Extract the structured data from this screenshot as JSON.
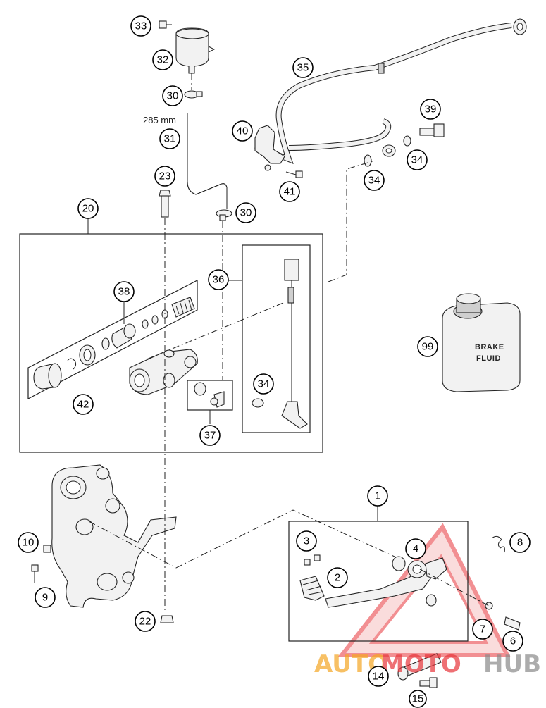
{
  "callouts": {
    "c1": "1",
    "c2": "2",
    "c3": "3",
    "c4": "4",
    "c6": "6",
    "c7": "7",
    "c8": "8",
    "c9": "9",
    "c10": "10",
    "c14": "14",
    "c15": "15",
    "c20": "20",
    "c22": "22",
    "c23": "23",
    "c30a": "30",
    "c30b": "30",
    "c31": "31",
    "c32": "32",
    "c33": "33",
    "c34a": "34",
    "c34b": "34",
    "c34c": "34",
    "c35": "35",
    "c36": "36",
    "c37": "37",
    "c38": "38",
    "c39": "39",
    "c40": "40",
    "c41": "41",
    "c42": "42",
    "c99": "99"
  },
  "hose_length_label": "285 mm",
  "brake_fluid_can": {
    "line1": "BRAKE",
    "line2": "FLUID"
  },
  "watermark": {
    "part_a": "AUTO",
    "part_b": "MOTO",
    "part_c": "HUB"
  },
  "colors": {
    "watermark_orange": "#f5a623",
    "watermark_red": "#e8343a",
    "watermark_gray": "#8a8a8a"
  }
}
